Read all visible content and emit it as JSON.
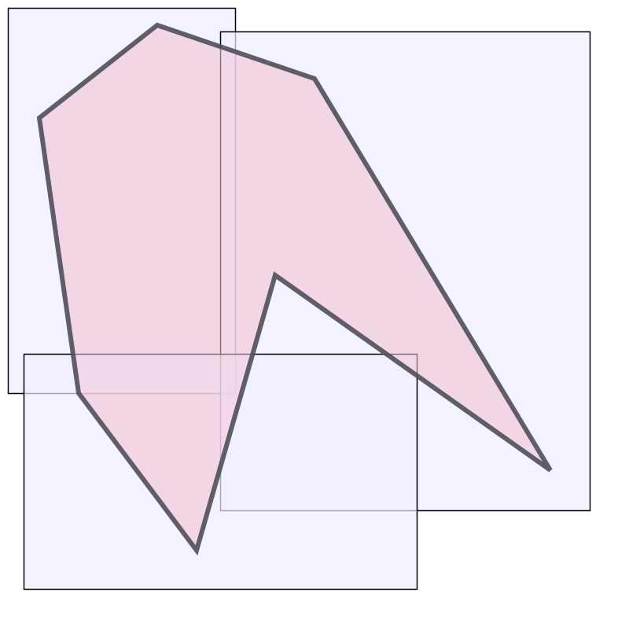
{
  "diagram": {
    "background": "#ffffff",
    "colors": {
      "box_fill": "#eeeeff",
      "box_stroke": "#000000",
      "polygon_fill": "#f4d2de",
      "polygon_stroke": "#4f4f58"
    },
    "rectangles": [
      {
        "id": "rect-top-left"
      },
      {
        "id": "rect-right"
      },
      {
        "id": "rect-bottom"
      }
    ],
    "polygon": {
      "id": "main-polygon"
    }
  }
}
